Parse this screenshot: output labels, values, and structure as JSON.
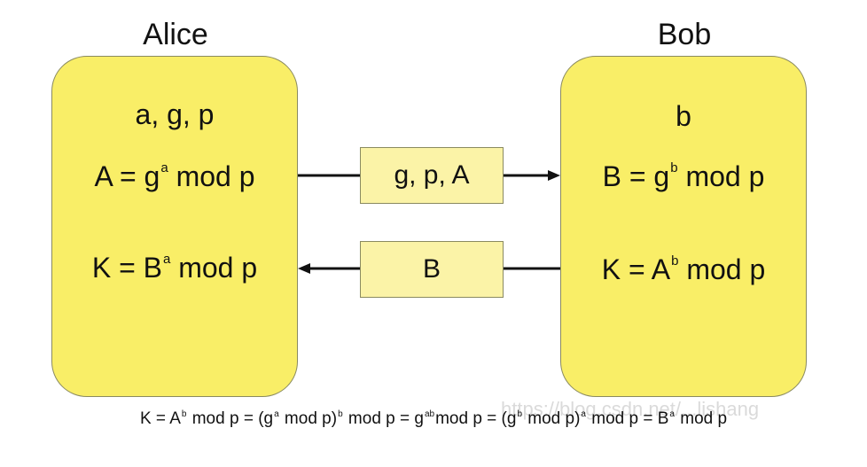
{
  "alice": {
    "name": "Alice",
    "line1": "a, g, p",
    "line2": {
      "base_left": "A = g",
      "exp": "a",
      "rest": " mod p"
    },
    "line3": {
      "base_left": "K = B",
      "exp": "a",
      "rest": " mod p"
    }
  },
  "bob": {
    "name": "Bob",
    "line1": "b",
    "line2": {
      "base_left": "B = g",
      "exp": "b",
      "rest": " mod p"
    },
    "line3": {
      "base_left": "K = A",
      "exp": "b",
      "rest": " mod p"
    }
  },
  "messages": {
    "to_bob": "g, p, A",
    "to_alice": "B"
  },
  "formula": {
    "p1": "K = A",
    "e1": "b",
    "p2": " mod p = (g",
    "e2": "a",
    "p3": " mod p)",
    "e3": "b",
    "p4": " mod p = g",
    "e4": "ab",
    "p5": "mod p = (g",
    "e5": "b",
    "p6": " mod p)",
    "e6": "a",
    "p7": " mod p = B",
    "e7": "a",
    "p8": " mod p"
  },
  "watermark": "https://blog.csdn.net/...lishang",
  "colors": {
    "party_fill": "#f9ee67",
    "message_fill": "#fbf3a7"
  }
}
